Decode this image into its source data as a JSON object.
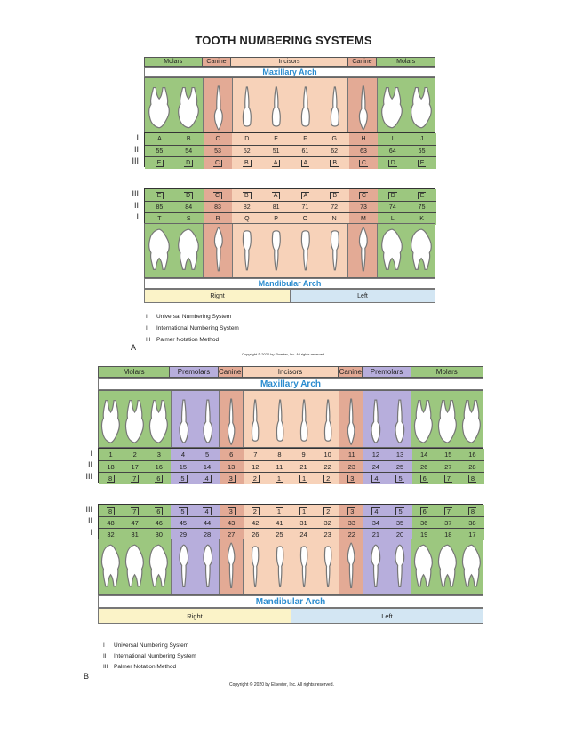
{
  "title": "TOOTH NUMBERING SYSTEMS",
  "colors": {
    "molar": "#9cc77f",
    "canine": "#e3aa95",
    "incisor": "#f7d2b9",
    "premolar": "#b7aedc",
    "right": "#fbf3c8",
    "left": "#d3e6f3",
    "arch": "#2b8ccf"
  },
  "figure_a": {
    "header": [
      "Molars",
      "Canine",
      "Incisors",
      "Canine",
      "Molars"
    ],
    "maxillary_label": "Maxillary Arch",
    "mandibular_label": "Mandibular Arch",
    "upper_rows": [
      [
        "A",
        "B",
        "C",
        "D",
        "E",
        "F",
        "G",
        "H",
        "I",
        "J"
      ],
      [
        "55",
        "54",
        "53",
        "52",
        "51",
        "61",
        "62",
        "63",
        "64",
        "65"
      ],
      [
        "E",
        "D",
        "C",
        "B",
        "A",
        "A",
        "B",
        "C",
        "D",
        "E"
      ]
    ],
    "lower_rows": [
      [
        "E",
        "D",
        "C",
        "B",
        "A",
        "A",
        "B",
        "C",
        "D",
        "E"
      ],
      [
        "85",
        "84",
        "83",
        "82",
        "81",
        "71",
        "72",
        "73",
        "74",
        "75"
      ],
      [
        "T",
        "S",
        "R",
        "Q",
        "P",
        "O",
        "N",
        "M",
        "L",
        "K"
      ]
    ],
    "upper_roman": [
      "I",
      "II",
      "III"
    ],
    "lower_roman": [
      "III",
      "II",
      "I"
    ],
    "right_label": "Right",
    "left_label": "Left",
    "legend": [
      {
        "num": "I",
        "text": "Universal Numbering System"
      },
      {
        "num": "II",
        "text": "International Numbering System"
      },
      {
        "num": "III",
        "text": "Palmer Notation Method"
      }
    ],
    "letter": "A",
    "copyright": "Copyright © 2020 by Elsevier, Inc. All rights reserved."
  },
  "figure_b": {
    "header": [
      "Molars",
      "Premolars",
      "Canine",
      "Incisors",
      "Canine",
      "Premolars",
      "Molars"
    ],
    "maxillary_label": "Maxillary Arch",
    "mandibular_label": "Mandibular Arch",
    "upper_rows": [
      [
        "1",
        "2",
        "3",
        "4",
        "5",
        "6",
        "7",
        "8",
        "9",
        "10",
        "11",
        "12",
        "13",
        "14",
        "15",
        "16"
      ],
      [
        "18",
        "17",
        "16",
        "15",
        "14",
        "13",
        "12",
        "11",
        "21",
        "22",
        "23",
        "24",
        "25",
        "26",
        "27",
        "28"
      ],
      [
        "8",
        "7",
        "6",
        "5",
        "4",
        "3",
        "2",
        "1",
        "1",
        "2",
        "3",
        "4",
        "5",
        "6",
        "7",
        "8"
      ]
    ],
    "lower_rows": [
      [
        "8",
        "7",
        "6",
        "5",
        "4",
        "3",
        "2",
        "1",
        "1",
        "2",
        "3",
        "4",
        "5",
        "6",
        "7",
        "8"
      ],
      [
        "48",
        "47",
        "46",
        "45",
        "44",
        "43",
        "42",
        "41",
        "31",
        "32",
        "33",
        "34",
        "35",
        "36",
        "37",
        "38"
      ],
      [
        "32",
        "31",
        "30",
        "29",
        "28",
        "27",
        "26",
        "25",
        "24",
        "23",
        "22",
        "21",
        "20",
        "19",
        "18",
        "17"
      ]
    ],
    "upper_roman": [
      "I",
      "II",
      "III"
    ],
    "lower_roman": [
      "III",
      "II",
      "I"
    ],
    "right_label": "Right",
    "left_label": "Left",
    "legend": [
      {
        "num": "I",
        "text": "Universal Numbering System"
      },
      {
        "num": "II",
        "text": "International Numbering System"
      },
      {
        "num": "III",
        "text": "Palmer Notation Method"
      }
    ],
    "letter": "B",
    "copyright": "Copyright © 2020 by Elsevier, Inc. All rights reserved."
  }
}
